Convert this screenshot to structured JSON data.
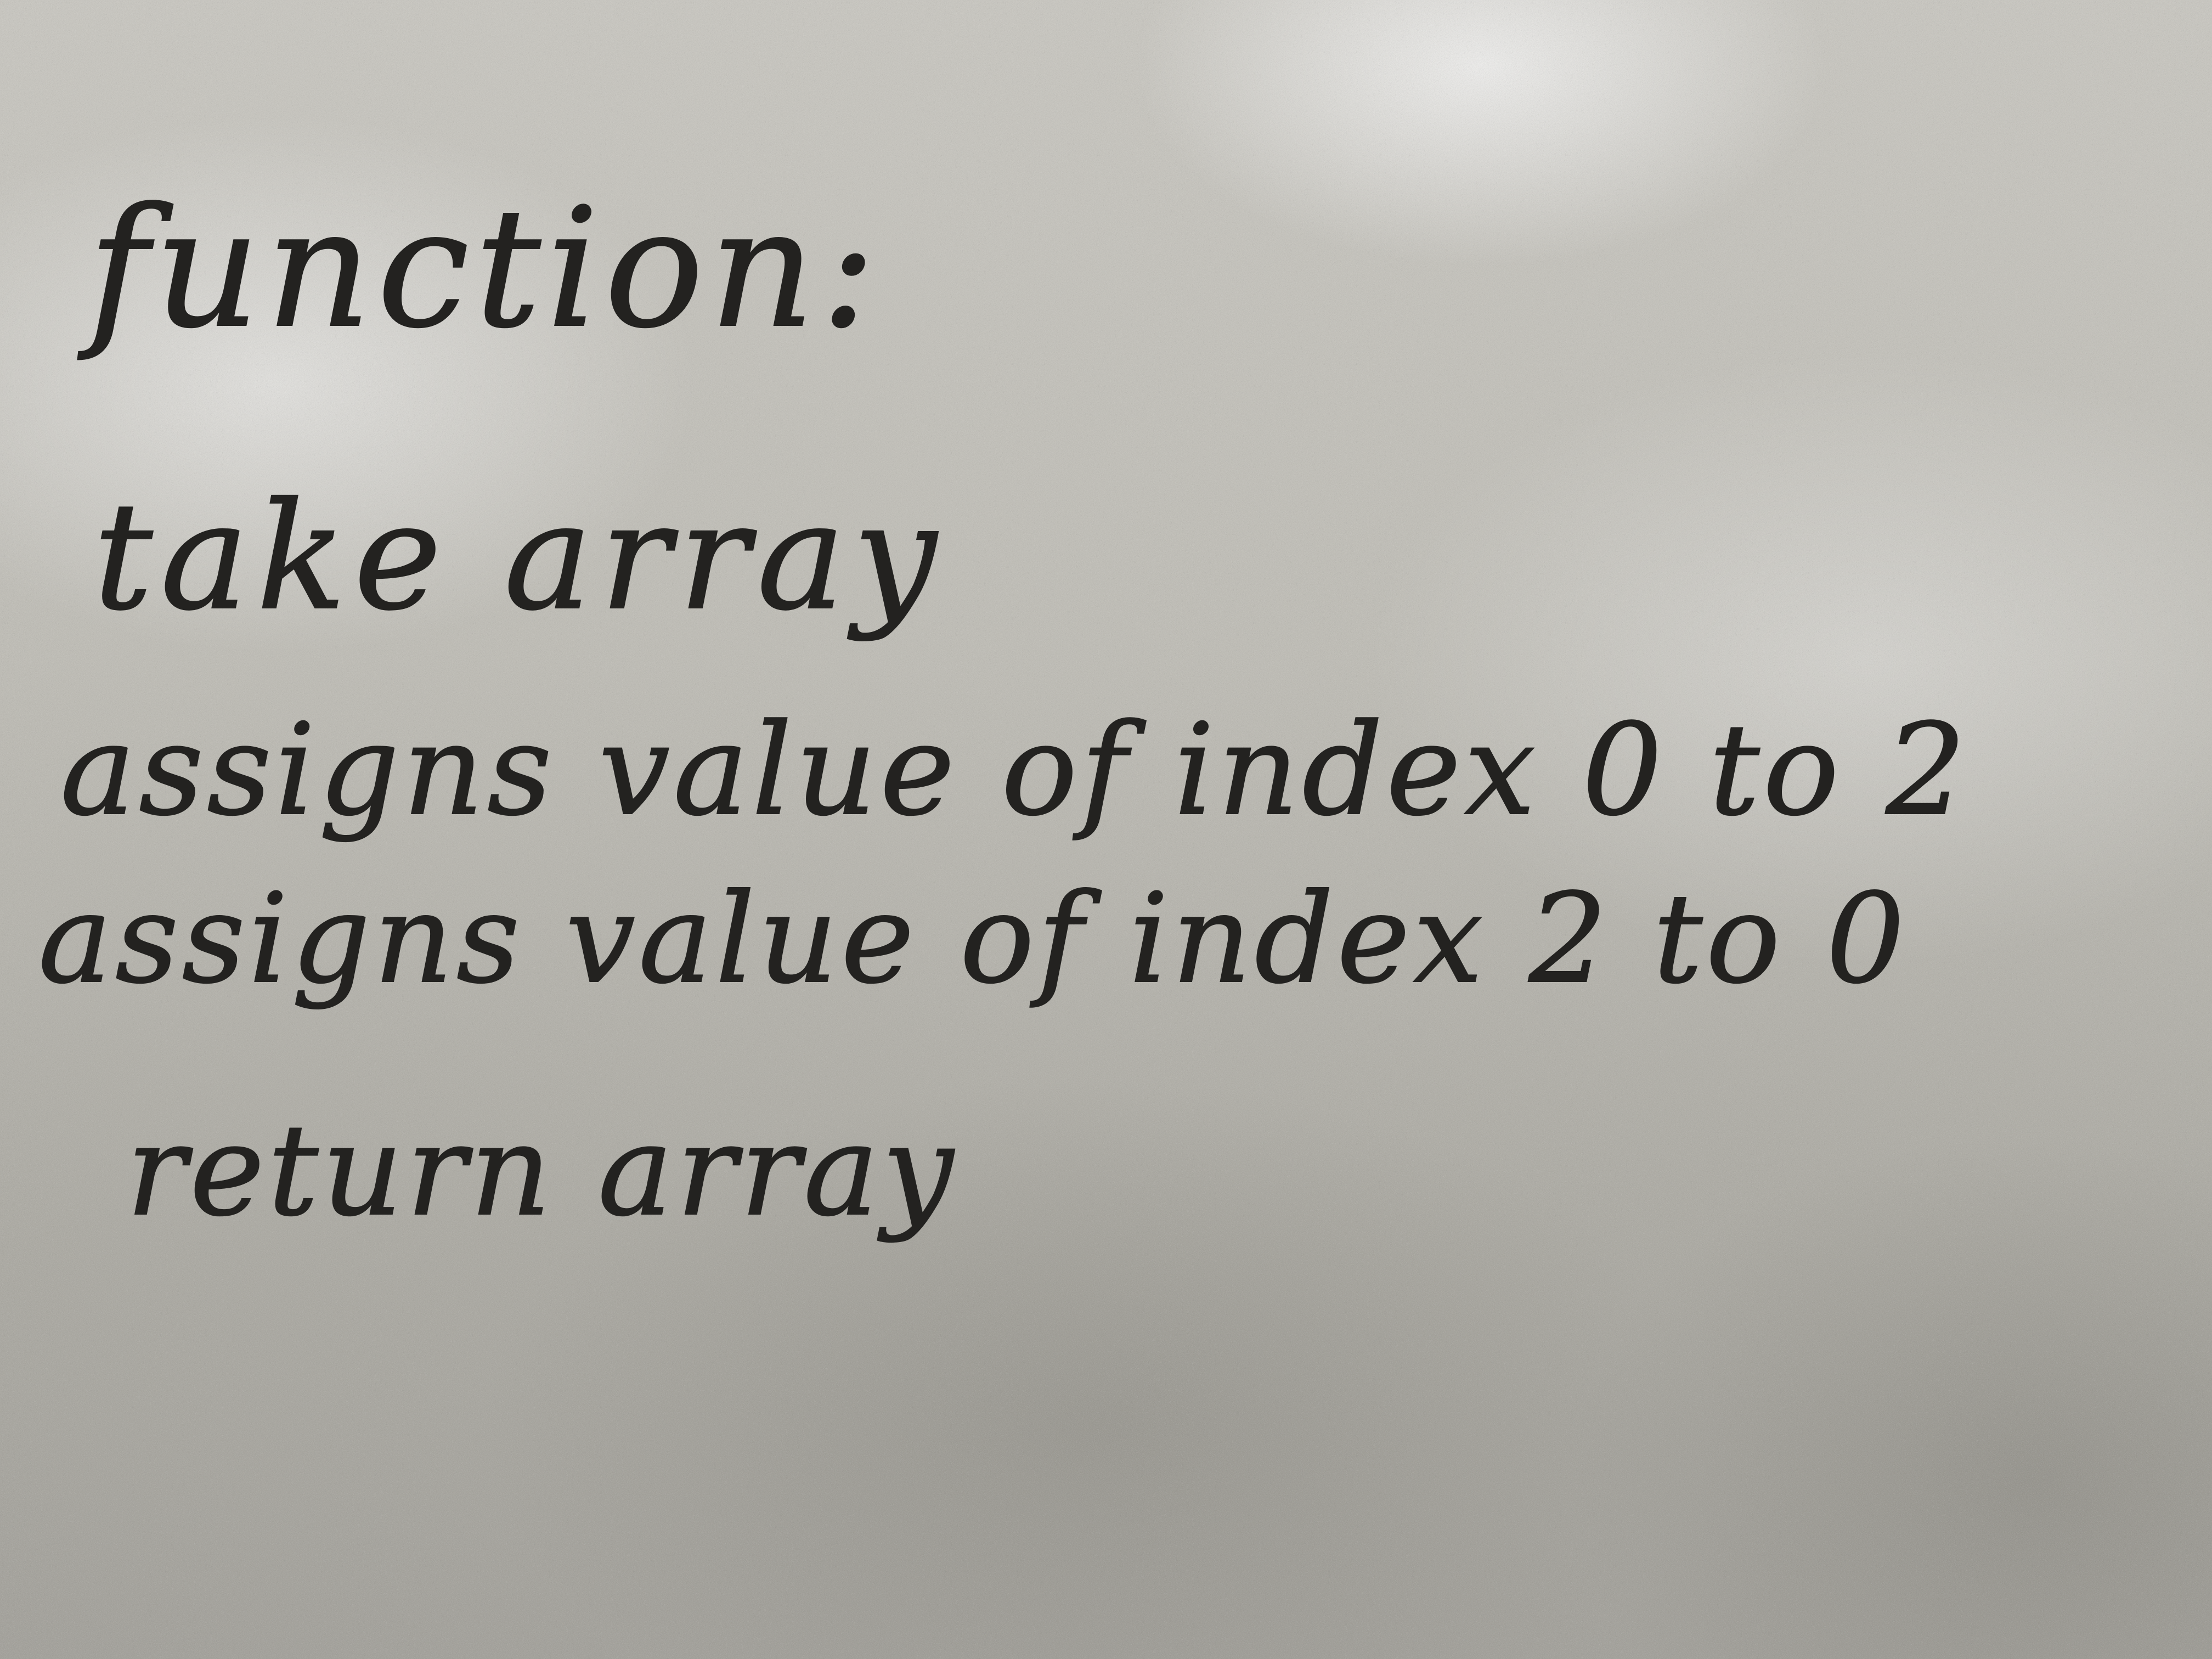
{
  "whiteboard": {
    "lines": [
      "function:",
      "take array",
      "assigns value of index 0 to 2",
      "assigns value of index 2 to 0",
      "return array"
    ],
    "colors": {
      "ink": "#232220",
      "board": "#c9c7c0"
    }
  }
}
